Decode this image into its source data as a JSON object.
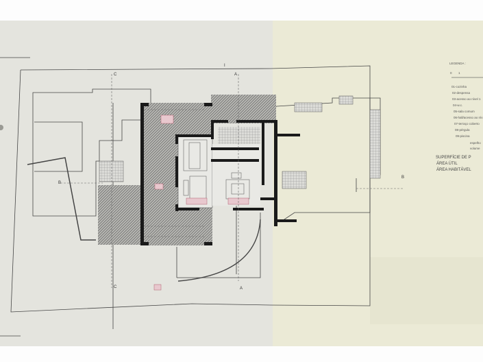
{
  "legend": {
    "title": "LEGENDA :",
    "scale_labels": [
      "0",
      "1"
    ],
    "items": [
      "01-cozinha",
      "02-despensa",
      "03-acesso ao nível 1",
      "04-w.c.",
      "05-sala comum",
      "06-hall/acesso ao nív",
      "07-terraço coberto",
      "08-pérgula",
      "09-piscina",
      "espelho",
      "volume"
    ],
    "areas": [
      "SUPERFÍCIE DE P",
      "ÁREA ÚTIL",
      "ÁREA HABITÁVEL"
    ]
  },
  "section_markers": {
    "a": "A",
    "b": "B",
    "c": "C",
    "north_tick": "I"
  },
  "colors": {
    "paper_left": "#e4e4de",
    "paper_right": "#ebead6",
    "wall": "#1a1a1a",
    "hatch": "#8a8a88",
    "furniture": "#c98a96"
  }
}
